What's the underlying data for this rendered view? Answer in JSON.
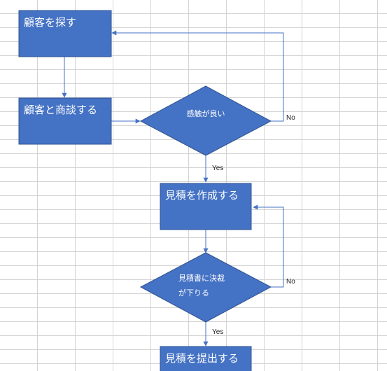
{
  "sheet": {
    "background": "#ffffff",
    "gridline_color": "#d4d4d4"
  },
  "flowchart": {
    "fill_color": "#4472c4",
    "border_color": "#2f528f",
    "connector_color": "#4472c4",
    "nodes": {
      "find_customer": "顧客を探す",
      "negotiate": "顧客と商談する",
      "good_impression": "感触が良い",
      "create_estimate": "見積を作成する",
      "approval_line1": "見積書に決裁",
      "approval_line2": "が下りる",
      "submit_estimate": "見積を提出する"
    },
    "edge_labels": {
      "impression_no": "No",
      "impression_yes": "Yes",
      "approval_no": "No",
      "approval_yes": "Yes"
    }
  }
}
